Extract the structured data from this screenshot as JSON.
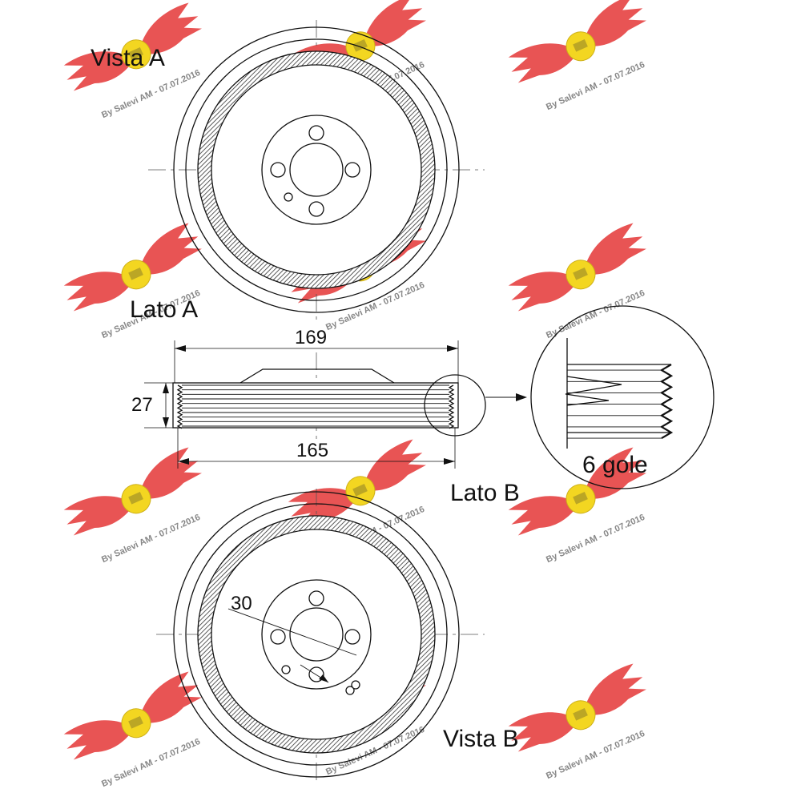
{
  "labels": {
    "vista_a": "Vista A",
    "lato_a": "Lato A",
    "lato_b": "Lato B",
    "vista_b": "Vista B",
    "gole": "6 gole"
  },
  "dimensions": {
    "outer_diameter": "169",
    "groove_diameter": "165",
    "width": "27",
    "angle": "30"
  },
  "watermark": {
    "text": "By Salevi AM - 07.07.2016",
    "color": "#e02020",
    "badge_color": "#f2d20a"
  },
  "icons": {
    "watermark_logo": "winged-wheel-logo",
    "detail_arrow": "arrow-right-icon"
  }
}
